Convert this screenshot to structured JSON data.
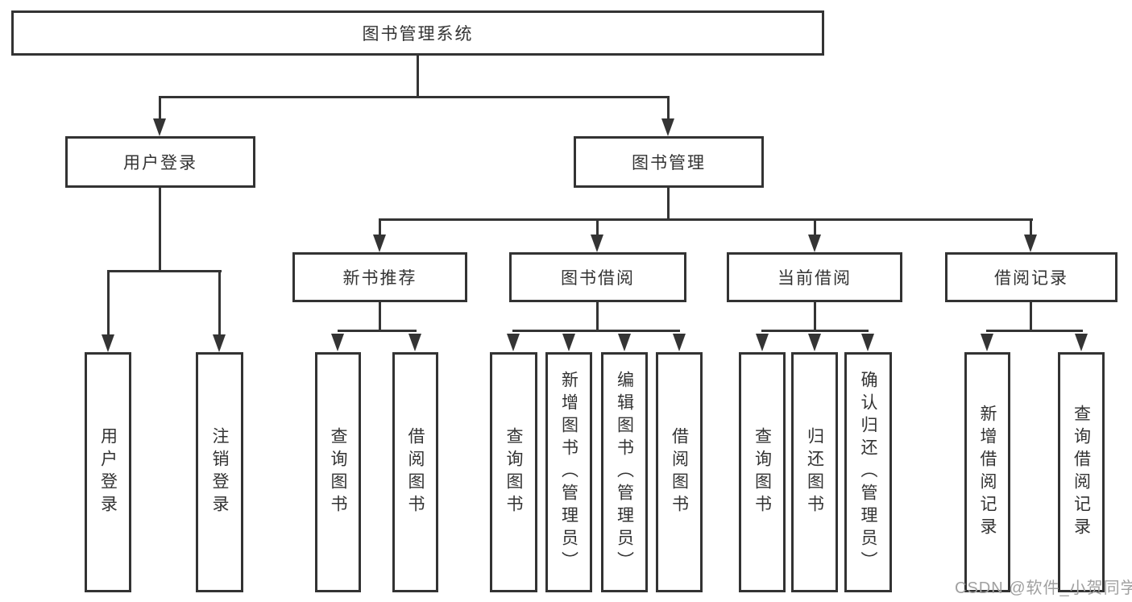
{
  "diagram": {
    "title": "图书管理系统",
    "nodes": {
      "root": "图书管理系统",
      "user_login": "用户登录",
      "book_mgmt": "图书管理",
      "new_books": "新书推荐",
      "book_borrow": "图书借阅",
      "current_borrow": "当前借阅",
      "borrow_records": "借阅记录"
    },
    "leaves": {
      "user_login": [
        "用户登录",
        "注销登录"
      ],
      "new_books": [
        "查询图书",
        "借阅图书"
      ],
      "book_borrow": [
        "查询图书",
        "新增图书（管理员）",
        "编辑图书（管理员）",
        "借阅图书"
      ],
      "current_borrow": [
        "查询图书",
        "归还图书",
        "确认归还（管理员）"
      ],
      "borrow_records": [
        "新增借阅记录",
        "查询借阅记录"
      ]
    },
    "colors": {
      "line": "#343434",
      "border": "#333333",
      "text": "#333333",
      "watermark": "#a0a0a0",
      "background": "#ffffff"
    },
    "watermark": "CSDN @软件_小贺同学"
  }
}
